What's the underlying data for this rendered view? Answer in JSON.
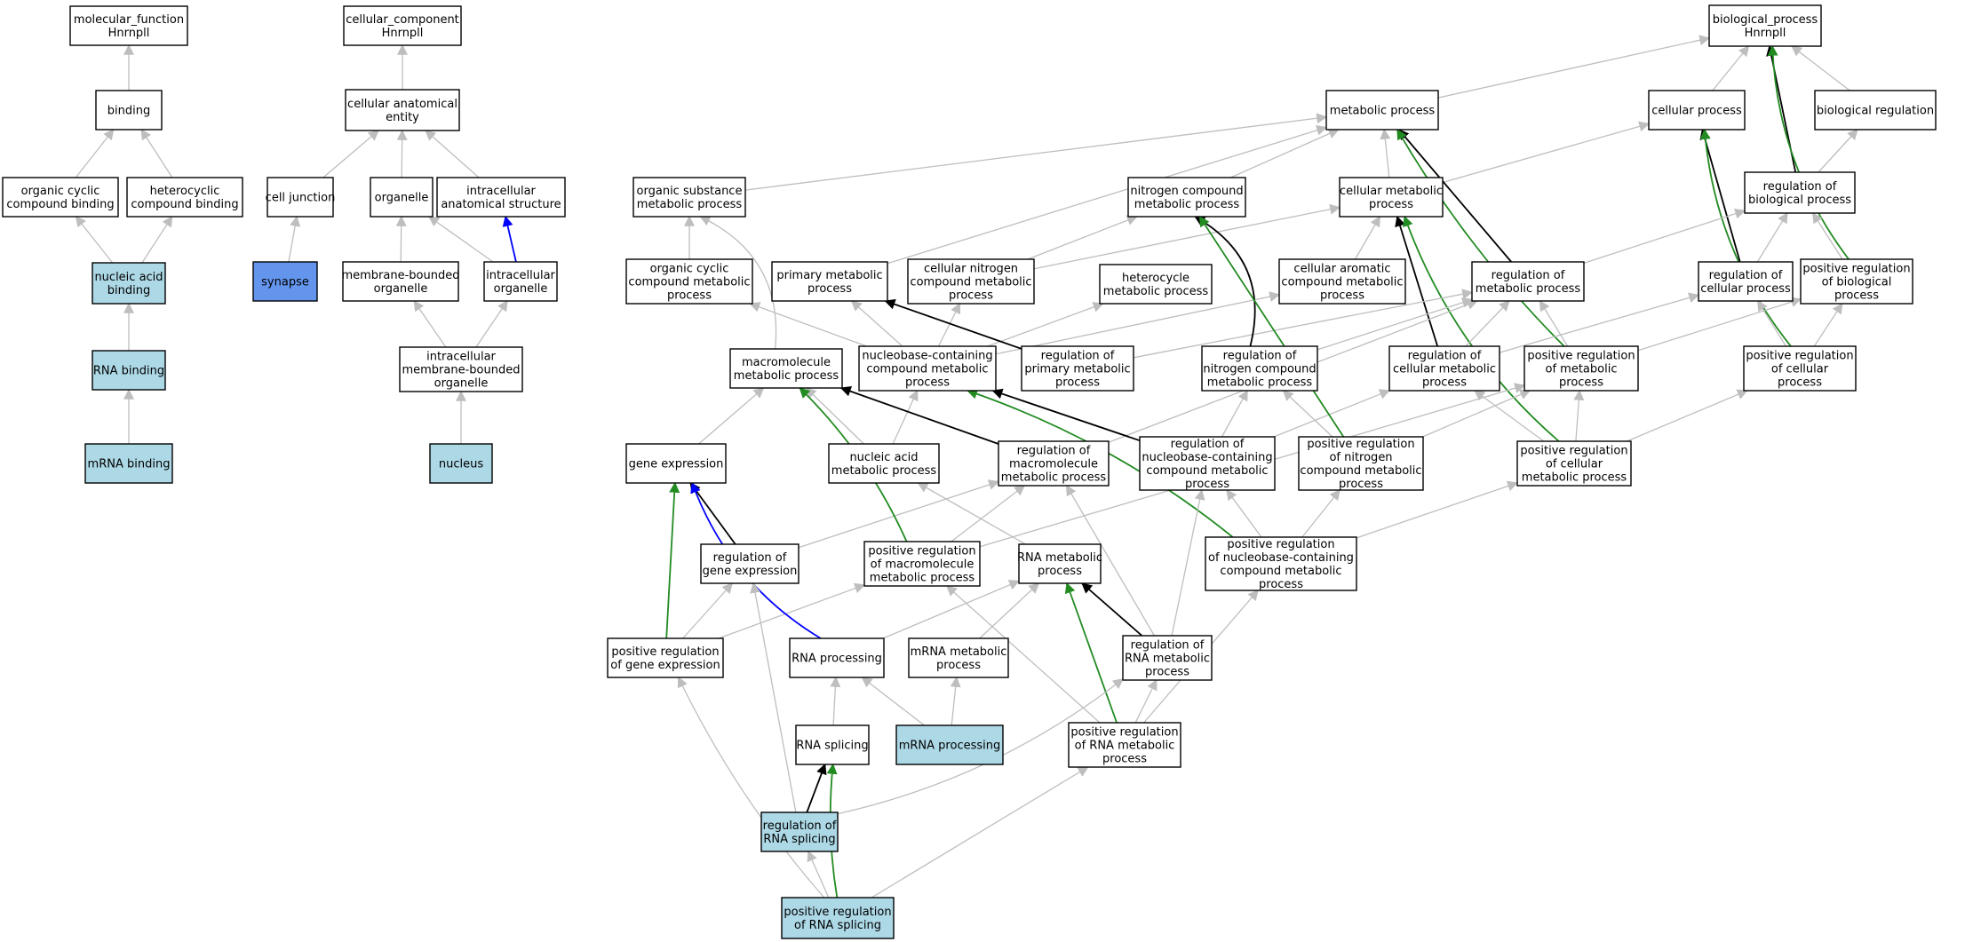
{
  "colors": {
    "default_fill": "#ffffff",
    "highlight_fill": "#add8e6",
    "selected_fill": "#6495ed",
    "edge_is_a": "#bebebe",
    "edge_part_of": "#0000ff",
    "edge_regulates": "#000000",
    "edge_positively_regulates": "#228b22"
  },
  "nodes": [
    {
      "id": "mf",
      "lines": [
        "molecular_function",
        "Hnrnpll"
      ],
      "style": "default"
    },
    {
      "id": "binding",
      "lines": [
        "binding"
      ],
      "style": "default"
    },
    {
      "id": "ocb",
      "lines": [
        "organic cyclic",
        "compound binding"
      ],
      "style": "default"
    },
    {
      "id": "hcb",
      "lines": [
        "heterocyclic",
        "compound binding"
      ],
      "style": "default"
    },
    {
      "id": "nab",
      "lines": [
        "nucleic acid",
        "binding"
      ],
      "style": "highlight"
    },
    {
      "id": "rnab",
      "lines": [
        "RNA binding"
      ],
      "style": "highlight"
    },
    {
      "id": "mrnab",
      "lines": [
        "mRNA binding"
      ],
      "style": "highlight"
    },
    {
      "id": "cc",
      "lines": [
        "cellular_component",
        "Hnrnpll"
      ],
      "style": "default"
    },
    {
      "id": "cae",
      "lines": [
        "cellular anatomical",
        "entity"
      ],
      "style": "default"
    },
    {
      "id": "cj",
      "lines": [
        "cell junction"
      ],
      "style": "default"
    },
    {
      "id": "organelle",
      "lines": [
        "organelle"
      ],
      "style": "default"
    },
    {
      "id": "ias",
      "lines": [
        "intracellular",
        "anatomical structure"
      ],
      "style": "default"
    },
    {
      "id": "synapse",
      "lines": [
        "synapse"
      ],
      "style": "selected"
    },
    {
      "id": "mbo",
      "lines": [
        "membrane-bounded",
        "organelle"
      ],
      "style": "default"
    },
    {
      "id": "io",
      "lines": [
        "intracellular",
        "organelle"
      ],
      "style": "default"
    },
    {
      "id": "imbo",
      "lines": [
        "intracellular",
        "membrane-bounded",
        "organelle"
      ],
      "style": "default"
    },
    {
      "id": "nucleus",
      "lines": [
        "nucleus"
      ],
      "style": "highlight"
    },
    {
      "id": "bp",
      "lines": [
        "biological_process",
        "Hnrnpll"
      ],
      "style": "default"
    },
    {
      "id": "mp",
      "lines": [
        "metabolic process"
      ],
      "style": "default"
    },
    {
      "id": "cp",
      "lines": [
        "cellular process"
      ],
      "style": "default"
    },
    {
      "id": "br",
      "lines": [
        "biological regulation"
      ],
      "style": "default"
    },
    {
      "id": "osmp",
      "lines": [
        "organic substance",
        "metabolic process"
      ],
      "style": "default"
    },
    {
      "id": "ncmp",
      "lines": [
        "nitrogen compound",
        "metabolic process"
      ],
      "style": "default"
    },
    {
      "id": "cmp",
      "lines": [
        "cellular metabolic",
        "process"
      ],
      "style": "default"
    },
    {
      "id": "rbp",
      "lines": [
        "regulation of",
        "biological process"
      ],
      "style": "default"
    },
    {
      "id": "occmp",
      "lines": [
        "organic cyclic",
        "compound metabolic",
        "process"
      ],
      "style": "default"
    },
    {
      "id": "pmp",
      "lines": [
        "primary metabolic",
        "process"
      ],
      "style": "default"
    },
    {
      "id": "cncmp",
      "lines": [
        "cellular nitrogen",
        "compound metabolic",
        "process"
      ],
      "style": "default"
    },
    {
      "id": "hmp",
      "lines": [
        "heterocycle",
        "metabolic process"
      ],
      "style": "default"
    },
    {
      "id": "cacmp",
      "lines": [
        "cellular aromatic",
        "compound metabolic",
        "process"
      ],
      "style": "default"
    },
    {
      "id": "rmp",
      "lines": [
        "regulation of",
        "metabolic process"
      ],
      "style": "default"
    },
    {
      "id": "rcp",
      "lines": [
        "regulation of",
        "cellular process"
      ],
      "style": "default"
    },
    {
      "id": "prbp",
      "lines": [
        "positive regulation",
        "of biological",
        "process"
      ],
      "style": "default"
    },
    {
      "id": "mmp",
      "lines": [
        "macromolecule",
        "metabolic process"
      ],
      "style": "default"
    },
    {
      "id": "nccmp",
      "lines": [
        "nucleobase-containing",
        "compound metabolic",
        "process"
      ],
      "style": "default"
    },
    {
      "id": "rpmp",
      "lines": [
        "regulation of",
        "primary metabolic",
        "process"
      ],
      "style": "default"
    },
    {
      "id": "rncmp",
      "lines": [
        "regulation of",
        "nitrogen compound",
        "metabolic process"
      ],
      "style": "default"
    },
    {
      "id": "rcmp",
      "lines": [
        "regulation of",
        "cellular metabolic",
        "process"
      ],
      "style": "default"
    },
    {
      "id": "prmp",
      "lines": [
        "positive regulation",
        "of metabolic",
        "process"
      ],
      "style": "default"
    },
    {
      "id": "prcp",
      "lines": [
        "positive regulation",
        "of cellular",
        "process"
      ],
      "style": "default"
    },
    {
      "id": "ge",
      "lines": [
        "gene expression"
      ],
      "style": "default"
    },
    {
      "id": "namp",
      "lines": [
        "nucleic acid",
        "metabolic process"
      ],
      "style": "default"
    },
    {
      "id": "rmmp",
      "lines": [
        "regulation of",
        "macromolecule",
        "metabolic process"
      ],
      "style": "default"
    },
    {
      "id": "rnccmp",
      "lines": [
        "regulation of",
        "nucleobase-containing",
        "compound metabolic",
        "process"
      ],
      "style": "default"
    },
    {
      "id": "prncmp",
      "lines": [
        "positive regulation",
        "of nitrogen",
        "compound metabolic",
        "process"
      ],
      "style": "default"
    },
    {
      "id": "prcmp",
      "lines": [
        "positive regulation",
        "of cellular",
        "metabolic process"
      ],
      "style": "default"
    },
    {
      "id": "rge",
      "lines": [
        "regulation of",
        "gene expression"
      ],
      "style": "default"
    },
    {
      "id": "prmmp",
      "lines": [
        "positive regulation",
        "of macromolecule",
        "metabolic process"
      ],
      "style": "default"
    },
    {
      "id": "rnamp",
      "lines": [
        "RNA metabolic",
        "process"
      ],
      "style": "default"
    },
    {
      "id": "prnccmp",
      "lines": [
        "positive regulation",
        "of nucleobase-containing",
        "compound metabolic",
        "process"
      ],
      "style": "default"
    },
    {
      "id": "prge",
      "lines": [
        "positive regulation",
        "of gene expression"
      ],
      "style": "default"
    },
    {
      "id": "rnap",
      "lines": [
        "RNA processing"
      ],
      "style": "default"
    },
    {
      "id": "mrnamp",
      "lines": [
        "mRNA metabolic",
        "process"
      ],
      "style": "default"
    },
    {
      "id": "rrnamp",
      "lines": [
        "regulation of",
        "RNA metabolic",
        "process"
      ],
      "style": "default"
    },
    {
      "id": "rnas",
      "lines": [
        "RNA splicing"
      ],
      "style": "default"
    },
    {
      "id": "mrnap",
      "lines": [
        "mRNA processing"
      ],
      "style": "highlight"
    },
    {
      "id": "prrnamp",
      "lines": [
        "positive regulation",
        "of RNA metabolic",
        "process"
      ],
      "style": "default"
    },
    {
      "id": "rrnas",
      "lines": [
        "regulation of",
        "RNA splicing"
      ],
      "style": "highlight"
    },
    {
      "id": "prrnas",
      "lines": [
        "positive regulation",
        "of RNA splicing"
      ],
      "style": "highlight"
    }
  ],
  "edges": [
    {
      "from": "binding",
      "to": "mf",
      "type": "is_a"
    },
    {
      "from": "ocb",
      "to": "binding",
      "type": "is_a"
    },
    {
      "from": "hcb",
      "to": "binding",
      "type": "is_a"
    },
    {
      "from": "nab",
      "to": "ocb",
      "type": "is_a"
    },
    {
      "from": "nab",
      "to": "hcb",
      "type": "is_a"
    },
    {
      "from": "rnab",
      "to": "nab",
      "type": "is_a"
    },
    {
      "from": "mrnab",
      "to": "rnab",
      "type": "is_a"
    },
    {
      "from": "cae",
      "to": "cc",
      "type": "is_a"
    },
    {
      "from": "cj",
      "to": "cae",
      "type": "is_a"
    },
    {
      "from": "organelle",
      "to": "cae",
      "type": "is_a"
    },
    {
      "from": "ias",
      "to": "cae",
      "type": "is_a"
    },
    {
      "from": "synapse",
      "to": "cj",
      "type": "is_a"
    },
    {
      "from": "mbo",
      "to": "organelle",
      "type": "is_a"
    },
    {
      "from": "io",
      "to": "organelle",
      "type": "is_a"
    },
    {
      "from": "io",
      "to": "ias",
      "type": "part_of"
    },
    {
      "from": "imbo",
      "to": "mbo",
      "type": "is_a"
    },
    {
      "from": "imbo",
      "to": "io",
      "type": "is_a"
    },
    {
      "from": "nucleus",
      "to": "imbo",
      "type": "is_a"
    },
    {
      "from": "mp",
      "to": "bp",
      "type": "is_a"
    },
    {
      "from": "cp",
      "to": "bp",
      "type": "is_a"
    },
    {
      "from": "br",
      "to": "bp",
      "type": "is_a"
    },
    {
      "from": "rbp",
      "to": "bp",
      "type": "regulates"
    },
    {
      "from": "prbp",
      "to": "bp",
      "type": "positively_regulates"
    },
    {
      "from": "osmp",
      "to": "mp",
      "type": "is_a"
    },
    {
      "from": "ncmp",
      "to": "mp",
      "type": "is_a"
    },
    {
      "from": "cmp",
      "to": "mp",
      "type": "is_a"
    },
    {
      "from": "cmp",
      "to": "cp",
      "type": "is_a"
    },
    {
      "from": "pmp",
      "to": "mp",
      "type": "is_a"
    },
    {
      "from": "rmp",
      "to": "mp",
      "type": "regulates"
    },
    {
      "from": "prmp",
      "to": "mp",
      "type": "positively_regulates"
    },
    {
      "from": "rbp",
      "to": "br",
      "type": "is_a"
    },
    {
      "from": "rcp",
      "to": "cp",
      "type": "regulates"
    },
    {
      "from": "prcp",
      "to": "cp",
      "type": "positively_regulates"
    },
    {
      "from": "rcp",
      "to": "rbp",
      "type": "is_a"
    },
    {
      "from": "prbp",
      "to": "rbp",
      "type": "is_a"
    },
    {
      "from": "rmp",
      "to": "rbp",
      "type": "is_a"
    },
    {
      "from": "prcp",
      "to": "rcp",
      "type": "is_a"
    },
    {
      "from": "prcp",
      "to": "prbp",
      "type": "is_a"
    },
    {
      "from": "occmp",
      "to": "osmp",
      "type": "is_a"
    },
    {
      "from": "mmp",
      "to": "osmp",
      "type": "is_a"
    },
    {
      "from": "cncmp",
      "to": "ncmp",
      "type": "is_a"
    },
    {
      "from": "cncmp",
      "to": "cmp",
      "type": "is_a"
    },
    {
      "from": "cacmp",
      "to": "cmp",
      "type": "is_a"
    },
    {
      "from": "rcmp",
      "to": "cmp",
      "type": "regulates"
    },
    {
      "from": "prcmp",
      "to": "cmp",
      "type": "positively_regulates"
    },
    {
      "from": "nccmp",
      "to": "occmp",
      "type": "is_a"
    },
    {
      "from": "nccmp",
      "to": "pmp",
      "type": "is_a"
    },
    {
      "from": "nccmp",
      "to": "cncmp",
      "type": "is_a"
    },
    {
      "from": "nccmp",
      "to": "hmp",
      "type": "is_a"
    },
    {
      "from": "nccmp",
      "to": "cacmp",
      "type": "is_a"
    },
    {
      "from": "rpmp",
      "to": "pmp",
      "type": "regulates"
    },
    {
      "from": "rpmp",
      "to": "rmp",
      "type": "is_a"
    },
    {
      "from": "rncmp",
      "to": "ncmp",
      "type": "regulates"
    },
    {
      "from": "rncmp",
      "to": "rmp",
      "type": "is_a"
    },
    {
      "from": "rcmp",
      "to": "rmp",
      "type": "is_a"
    },
    {
      "from": "rcmp",
      "to": "rcp",
      "type": "is_a"
    },
    {
      "from": "prmp",
      "to": "rmp",
      "type": "is_a"
    },
    {
      "from": "prmp",
      "to": "prbp",
      "type": "is_a"
    },
    {
      "from": "prcmp",
      "to": "rcmp",
      "type": "is_a"
    },
    {
      "from": "prcmp",
      "to": "prmp",
      "type": "is_a"
    },
    {
      "from": "prcmp",
      "to": "prcp",
      "type": "is_a"
    },
    {
      "from": "ge",
      "to": "mmp",
      "type": "is_a"
    },
    {
      "from": "namp",
      "to": "mmp",
      "type": "is_a"
    },
    {
      "from": "namp",
      "to": "nccmp",
      "type": "is_a"
    },
    {
      "from": "rmmp",
      "to": "mmp",
      "type": "regulates"
    },
    {
      "from": "rmmp",
      "to": "rmp",
      "type": "is_a"
    },
    {
      "from": "rnccmp",
      "to": "nccmp",
      "type": "regulates"
    },
    {
      "from": "rnccmp",
      "to": "rncmp",
      "type": "is_a"
    },
    {
      "from": "rnccmp",
      "to": "rcmp",
      "type": "is_a"
    },
    {
      "from": "prncmp",
      "to": "ncmp",
      "type": "positively_regulates"
    },
    {
      "from": "prncmp",
      "to": "rncmp",
      "type": "is_a"
    },
    {
      "from": "prncmp",
      "to": "prmp",
      "type": "is_a"
    },
    {
      "from": "rge",
      "to": "ge",
      "type": "regulates"
    },
    {
      "from": "rge",
      "to": "rmmp",
      "type": "is_a"
    },
    {
      "from": "prmmp",
      "to": "mmp",
      "type": "positively_regulates"
    },
    {
      "from": "prmmp",
      "to": "rmmp",
      "type": "is_a"
    },
    {
      "from": "prmmp",
      "to": "prmp",
      "type": "is_a"
    },
    {
      "from": "rnamp",
      "to": "namp",
      "type": "is_a"
    },
    {
      "from": "prnccmp",
      "to": "nccmp",
      "type": "positively_regulates"
    },
    {
      "from": "prnccmp",
      "to": "rnccmp",
      "type": "is_a"
    },
    {
      "from": "prnccmp",
      "to": "prncmp",
      "type": "is_a"
    },
    {
      "from": "prnccmp",
      "to": "prcmp",
      "type": "is_a"
    },
    {
      "from": "prge",
      "to": "ge",
      "type": "positively_regulates"
    },
    {
      "from": "prge",
      "to": "rge",
      "type": "is_a"
    },
    {
      "from": "prge",
      "to": "prmmp",
      "type": "is_a"
    },
    {
      "from": "rnap",
      "to": "ge",
      "type": "part_of"
    },
    {
      "from": "rnap",
      "to": "rnamp",
      "type": "is_a"
    },
    {
      "from": "mrnamp",
      "to": "rnamp",
      "type": "is_a"
    },
    {
      "from": "rrnamp",
      "to": "rnamp",
      "type": "regulates"
    },
    {
      "from": "rrnamp",
      "to": "rnccmp",
      "type": "is_a"
    },
    {
      "from": "rrnamp",
      "to": "rmmp",
      "type": "is_a"
    },
    {
      "from": "rnas",
      "to": "rnap",
      "type": "is_a"
    },
    {
      "from": "mrnap",
      "to": "rnap",
      "type": "is_a"
    },
    {
      "from": "mrnap",
      "to": "mrnamp",
      "type": "is_a"
    },
    {
      "from": "prrnamp",
      "to": "rnamp",
      "type": "positively_regulates"
    },
    {
      "from": "prrnamp",
      "to": "rrnamp",
      "type": "is_a"
    },
    {
      "from": "prrnamp",
      "to": "prnccmp",
      "type": "is_a"
    },
    {
      "from": "prrnamp",
      "to": "prmmp",
      "type": "is_a"
    },
    {
      "from": "rrnas",
      "to": "rnas",
      "type": "regulates"
    },
    {
      "from": "rrnas",
      "to": "rge",
      "type": "is_a"
    },
    {
      "from": "rrnas",
      "to": "rrnamp",
      "type": "is_a"
    },
    {
      "from": "prrnas",
      "to": "rnas",
      "type": "positively_regulates"
    },
    {
      "from": "prrnas",
      "to": "rrnas",
      "type": "is_a"
    },
    {
      "from": "prrnas",
      "to": "prge",
      "type": "is_a"
    },
    {
      "from": "prrnas",
      "to": "prrnamp",
      "type": "is_a"
    }
  ]
}
